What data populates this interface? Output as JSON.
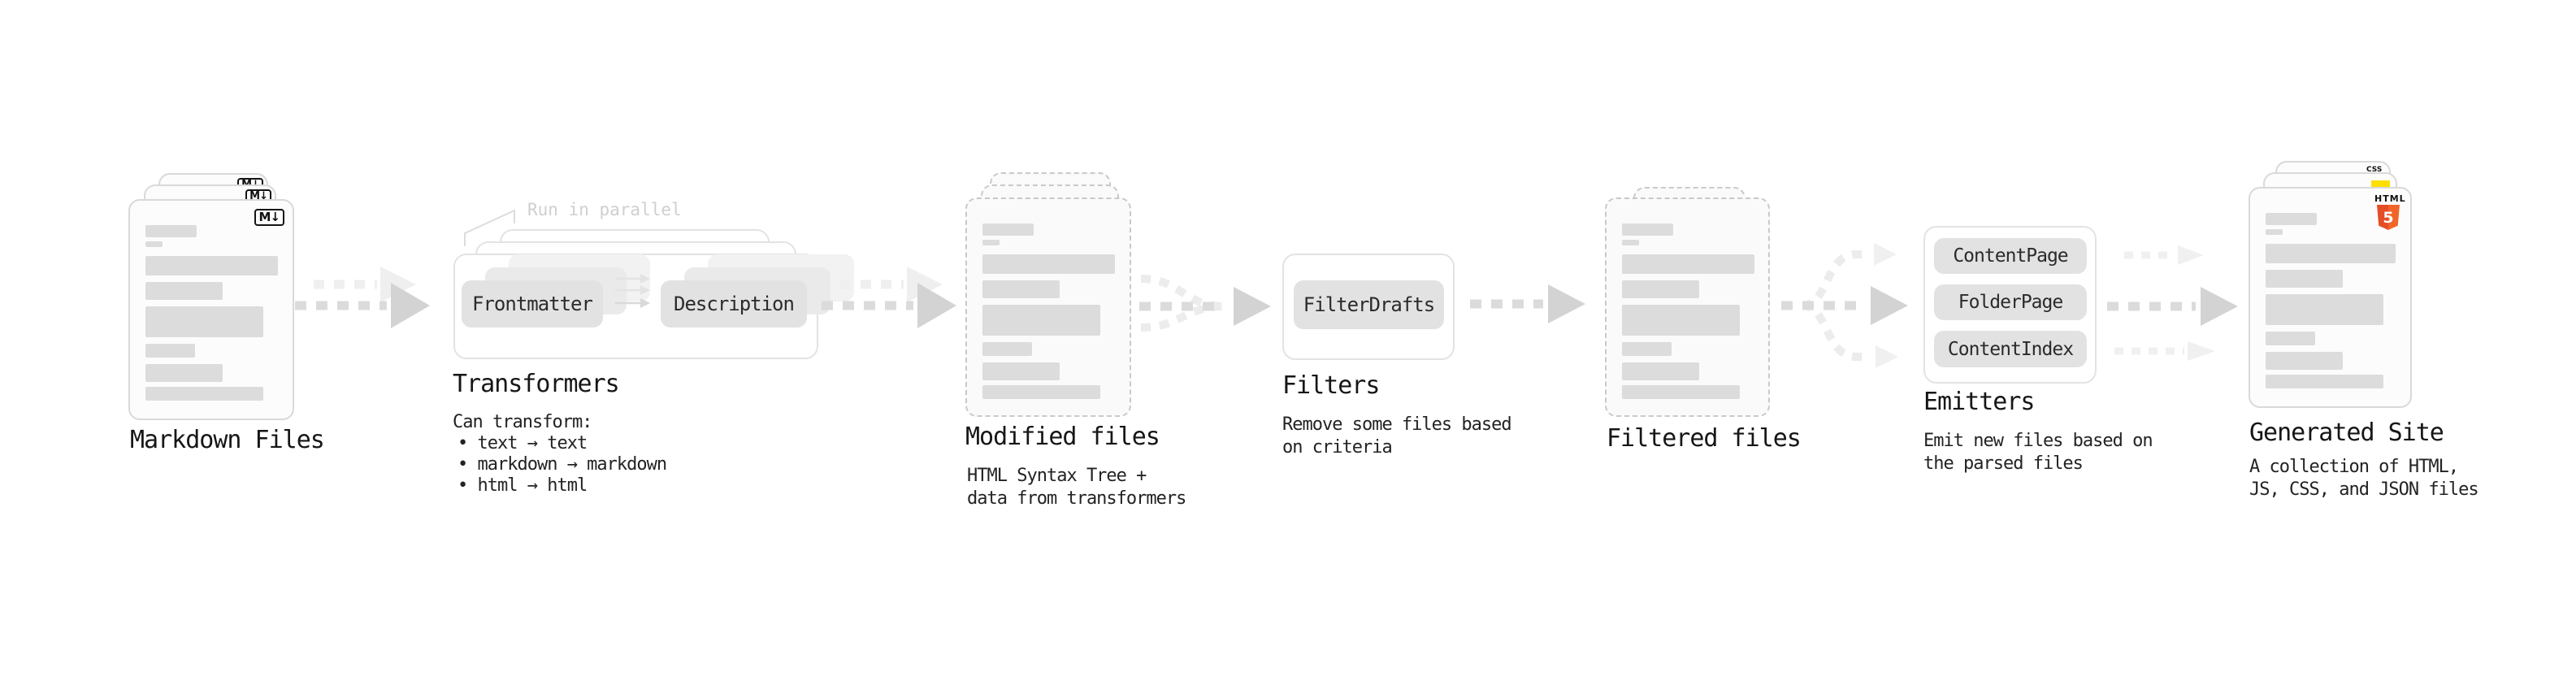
{
  "colors": {
    "arrow_main": "#d3d3d3",
    "arrow_faint": "#efefef",
    "html5_orange": "#e44d26",
    "html5_orange_light": "#f16529",
    "js_yellow": "#fedf00",
    "css_blue": "#2f6df4",
    "label_text": "#161616",
    "note_gray": "#cfcfcf"
  },
  "markdown_files": {
    "label": "Markdown Files",
    "badge": "M↓"
  },
  "transformers": {
    "label": "Transformers",
    "note": "Run in parallel",
    "box1": "Frontmatter",
    "box2": "Description",
    "desc_title": "Can transform:",
    "bullets": [
      "• text → text",
      "• markdown → markdown",
      "• html → html"
    ]
  },
  "modified_files": {
    "label": "Modified files",
    "desc_line1": "HTML Syntax Tree +",
    "desc_line2": "data from transformers"
  },
  "filters": {
    "label": "Filters",
    "box1": "FilterDrafts",
    "desc_line1": "Remove some files based",
    "desc_line2": "on criteria"
  },
  "filtered_files": {
    "label": "Filtered files"
  },
  "emitters": {
    "label": "Emitters",
    "box1": "ContentPage",
    "box2": "FolderPage",
    "box3": "ContentIndex",
    "desc_line1": "Emit new files based on",
    "desc_line2": "the parsed files"
  },
  "generated_site": {
    "label": "Generated Site",
    "desc_line1": "A collection of HTML,",
    "desc_line2": "JS, CSS, and JSON files",
    "badge_html_word": "HTML",
    "badge_html_number": "5",
    "badge_css": "CSS"
  }
}
